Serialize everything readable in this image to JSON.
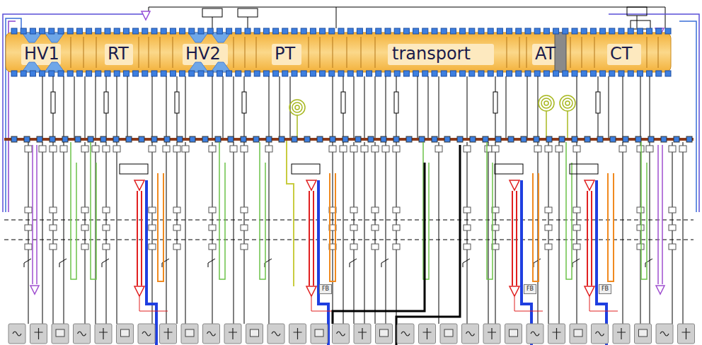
{
  "diagram": {
    "nodes": [
      {
        "text": [
          "FB"
        ]
      },
      {
        "text": [
          "FB"
        ]
      },
      {
        "text": [
          "FB"
        ]
      }
    ],
    "labels": [
      "HV1",
      "RT",
      "HV2",
      "PT",
      "transport",
      "AT",
      "CT"
    ]
  }
}
